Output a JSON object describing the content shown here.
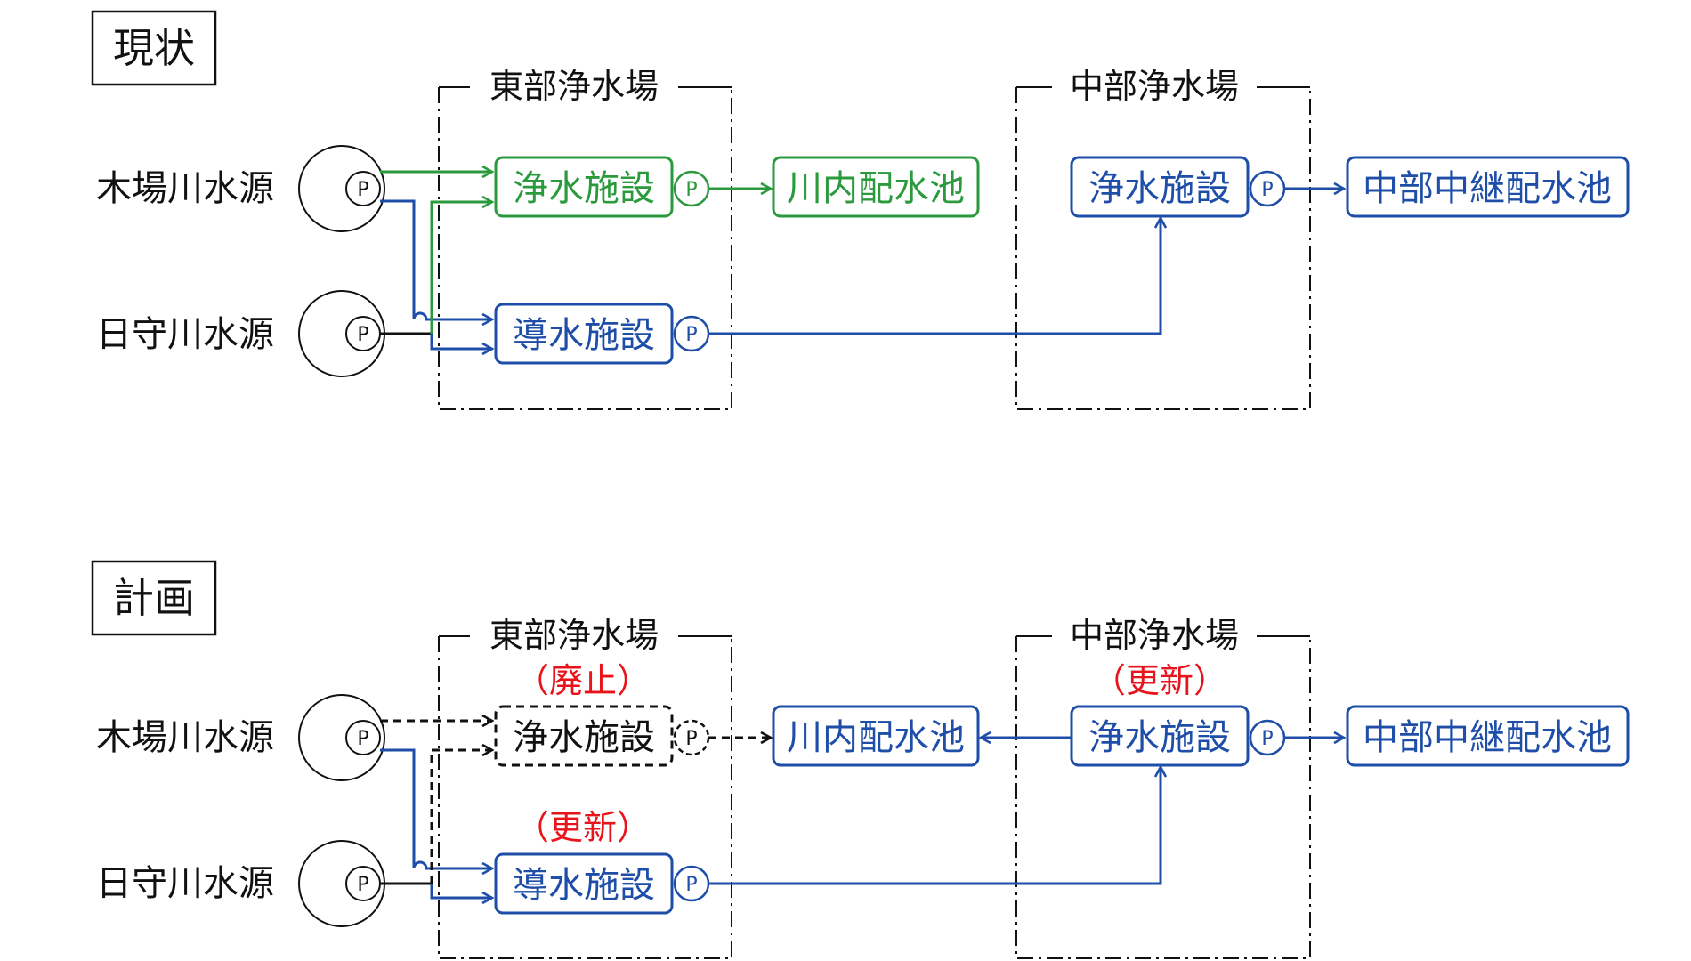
{
  "colors": {
    "green": "#2a9a3c",
    "blue": "#1e4ea8",
    "black": "#111111",
    "red": "#e8141b"
  },
  "pump_label": "P",
  "current": {
    "title": "現状",
    "source_kiba": "木場川水源",
    "source_himori": "日守川水源",
    "east_plant": "東部浄水場",
    "central_plant": "中部浄水場",
    "east_purification": "浄水施設",
    "east_conveyance": "導水施設",
    "kawauchi_reservoir": "川内配水池",
    "central_purification": "浄水施設",
    "central_relay_reservoir": "中部中継配水池"
  },
  "plan": {
    "title": "計画",
    "source_kiba": "木場川水源",
    "source_himori": "日守川水源",
    "east_plant": "東部浄水場",
    "central_plant": "中部浄水場",
    "east_purification": "浄水施設",
    "east_purification_note": "（廃止）",
    "east_conveyance": "導水施設",
    "east_conveyance_note": "（更新）",
    "kawauchi_reservoir": "川内配水池",
    "central_purification": "浄水施設",
    "central_purification_note": "（更新）",
    "central_relay_reservoir": "中部中継配水池"
  }
}
